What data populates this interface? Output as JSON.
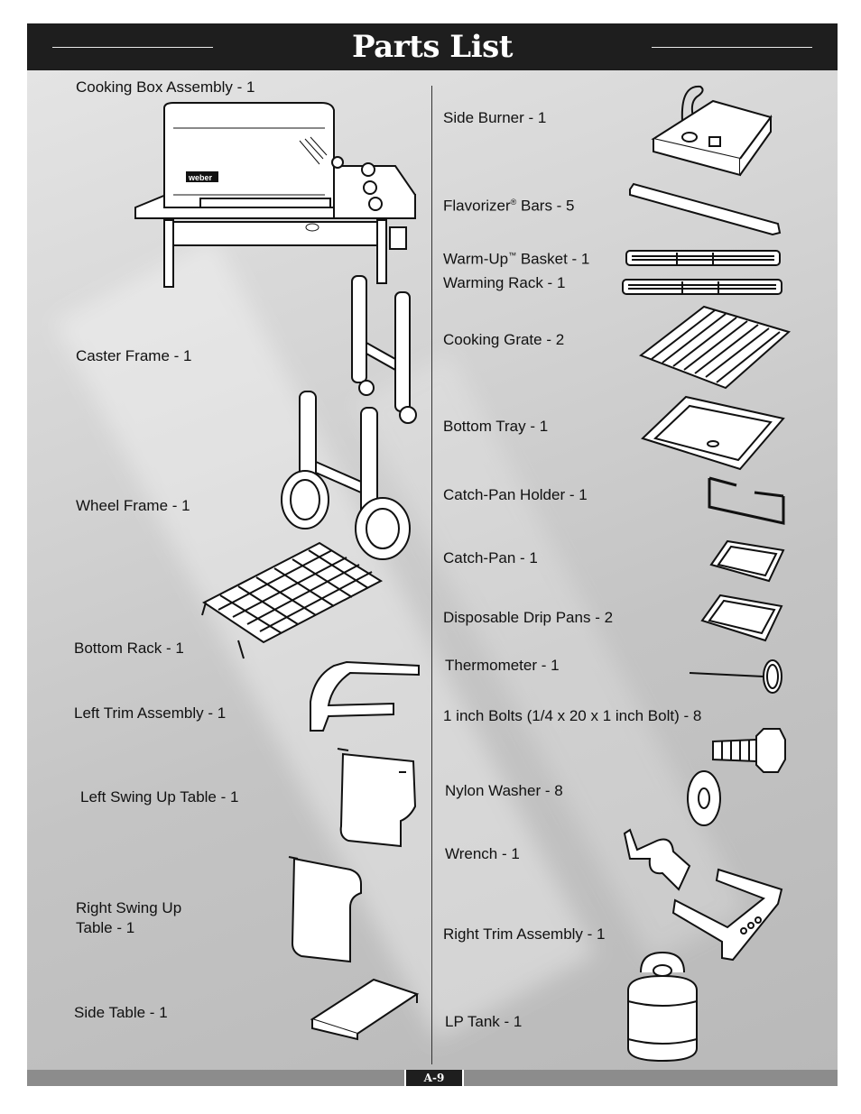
{
  "header": {
    "title": "Parts List"
  },
  "left_parts": [
    "Cooking Box Assembly - 1",
    "Caster Frame - 1",
    "Wheel Frame - 1",
    "Bottom Rack - 1",
    "Left Trim Assembly - 1",
    "Left Swing Up Table - 1",
    "Right Swing Up",
    "Table - 1",
    "Side Table - 1"
  ],
  "right_parts": [
    "Side Burner - 1",
    "Flavorizer",
    "®",
    " Bars - 5",
    "Warm-Up",
    "™",
    " Basket - 1",
    "Warming Rack - 1",
    "Cooking Grate - 2",
    "Bottom Tray - 1",
    "Catch-Pan Holder - 1",
    "Catch-Pan - 1",
    "Disposable Drip Pans - 2",
    "Thermometer - 1",
    "1 inch Bolts (1/4 x 20 x 1 inch Bolt) - 8",
    "Nylon Washer - 8",
    "Wrench - 1",
    "Right Trim Assembly - 1",
    "LP Tank - 1"
  ],
  "brand_mark": "weber",
  "footer": {
    "page_number": "A-9"
  }
}
